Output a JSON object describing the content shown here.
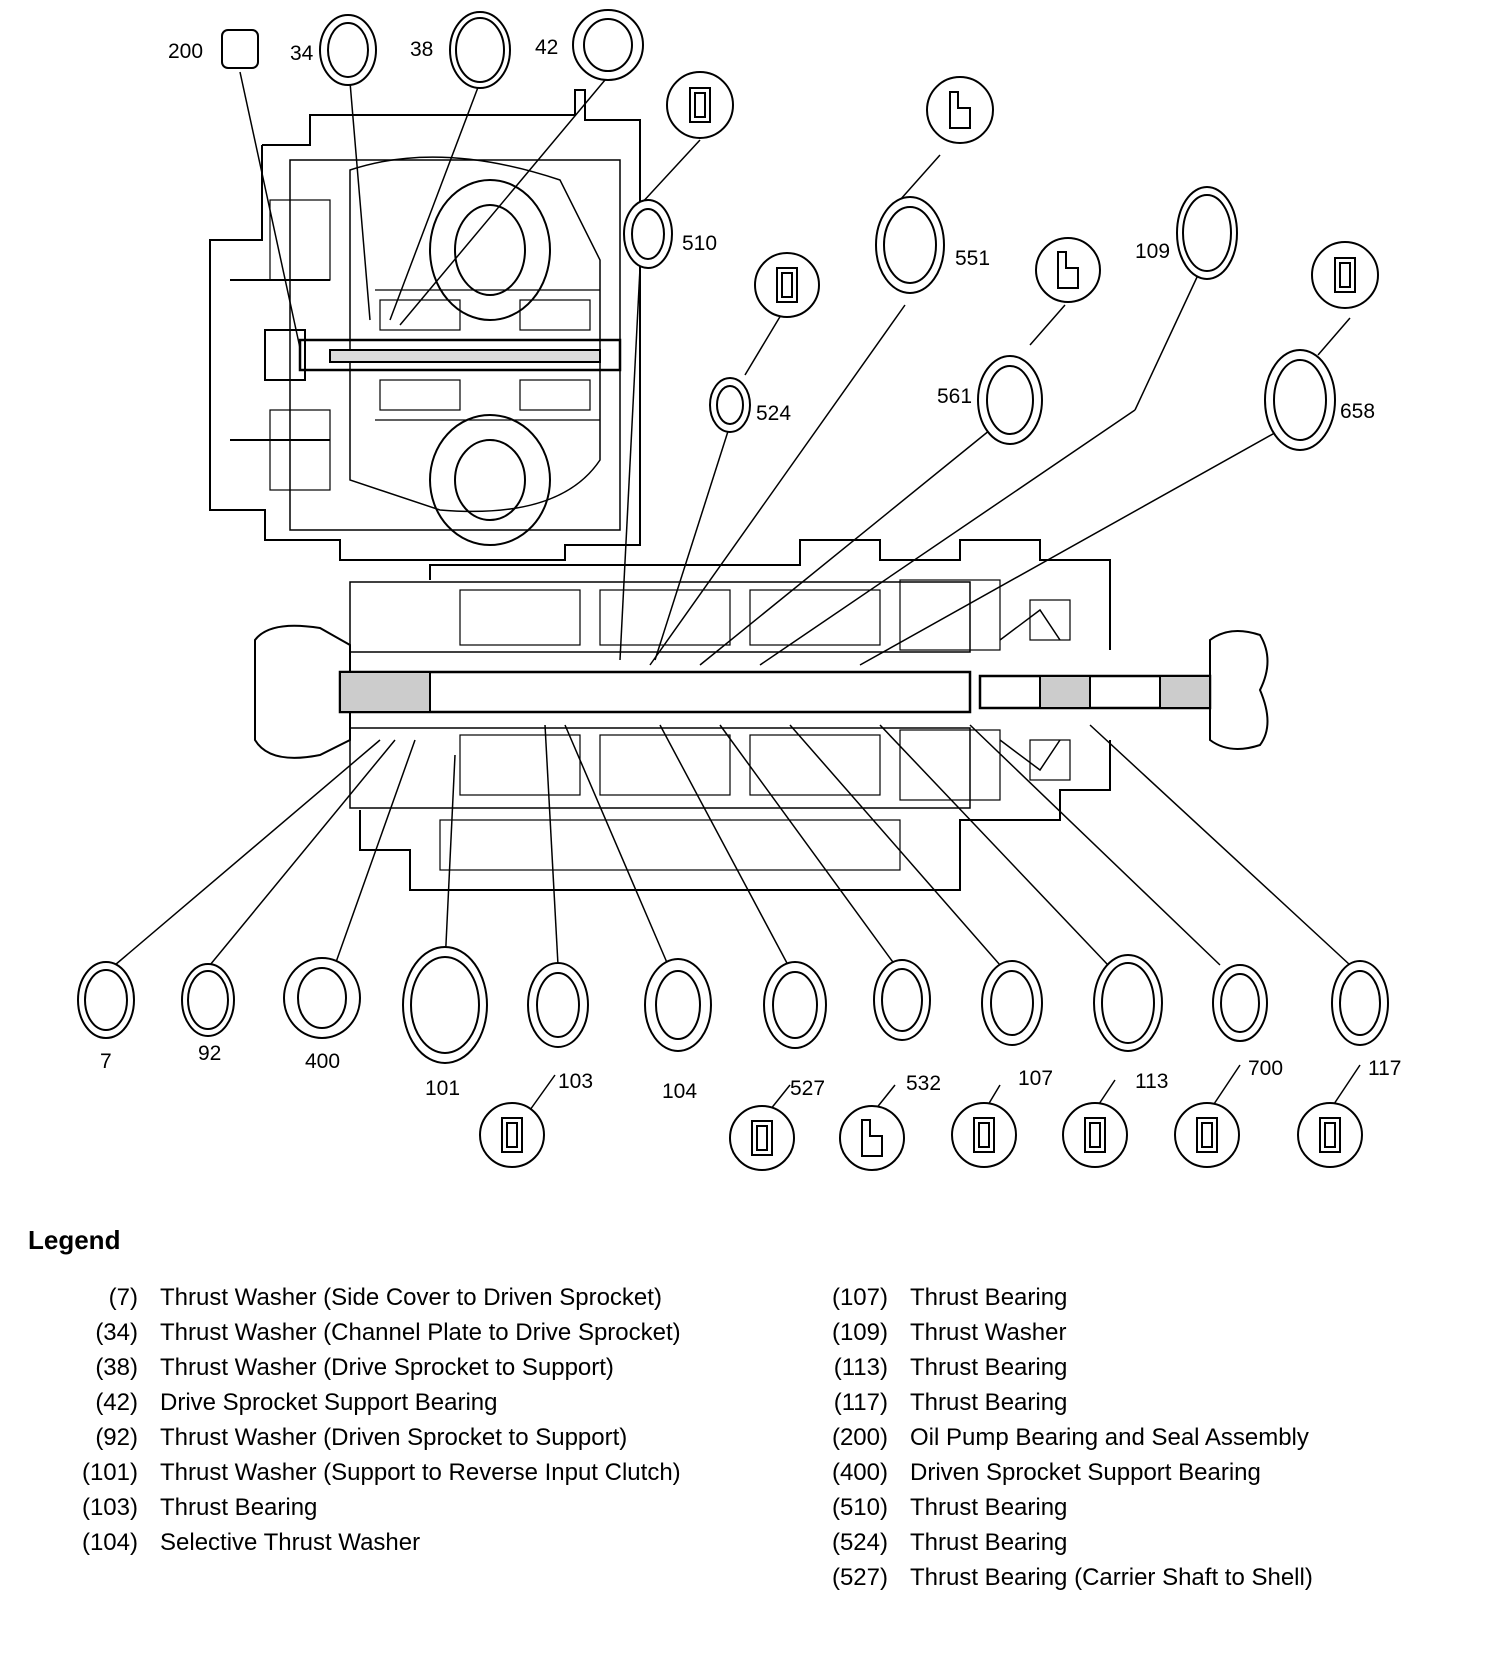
{
  "diagram": {
    "top_labels": [
      "200",
      "34",
      "38",
      "42"
    ],
    "right_labels": [
      "510",
      "551",
      "109",
      "524",
      "561",
      "658"
    ],
    "bottom_labels": [
      "7",
      "92",
      "400",
      "101",
      "103",
      "104",
      "527",
      "532",
      "107",
      "113",
      "700",
      "117"
    ]
  },
  "legend": {
    "title": "Legend",
    "left": [
      {
        "num": "(7)",
        "desc": "Thrust Washer (Side Cover to Driven Sprocket)"
      },
      {
        "num": "(34)",
        "desc": "Thrust Washer (Channel Plate to Drive Sprocket)"
      },
      {
        "num": "(38)",
        "desc": "Thrust Washer (Drive Sprocket to Support)"
      },
      {
        "num": "(42)",
        "desc": "Drive Sprocket Support Bearing"
      },
      {
        "num": "(92)",
        "desc": "Thrust Washer (Driven Sprocket to Support)"
      },
      {
        "num": "(101)",
        "desc": "Thrust Washer (Support to Reverse Input Clutch)"
      },
      {
        "num": "(103)",
        "desc": "Thrust Bearing"
      },
      {
        "num": "(104)",
        "desc": "Selective Thrust Washer"
      }
    ],
    "right": [
      {
        "num": "(107)",
        "desc": "Thrust Bearing"
      },
      {
        "num": "(109)",
        "desc": "Thrust Washer"
      },
      {
        "num": "(113)",
        "desc": "Thrust Bearing"
      },
      {
        "num": "(117)",
        "desc": "Thrust Bearing"
      },
      {
        "num": "(200)",
        "desc": "Oil Pump Bearing and Seal Assembly"
      },
      {
        "num": "(400)",
        "desc": "Driven Sprocket Support Bearing"
      },
      {
        "num": "(510)",
        "desc": "Thrust Bearing"
      },
      {
        "num": "(524)",
        "desc": "Thrust Bearing"
      },
      {
        "num": "(527)",
        "desc": "Thrust Bearing (Carrier Shaft to Shell)"
      }
    ]
  }
}
